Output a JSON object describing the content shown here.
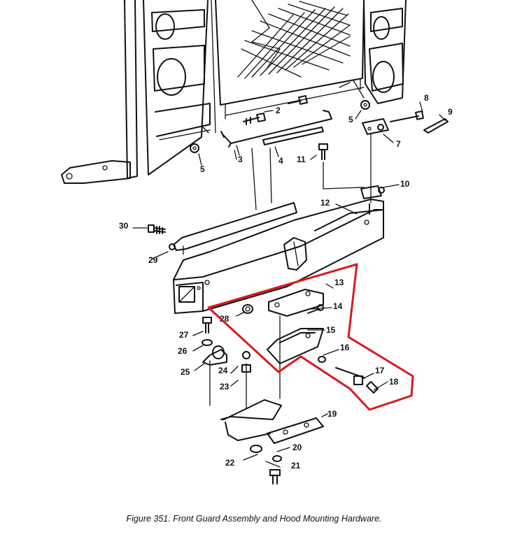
{
  "figure": {
    "caption": "Figure 351.  Front Guard Assembly and Hood Mounting Hardware."
  },
  "highlight_color": "#d71920",
  "callouts": {
    "c2": "2",
    "c3": "3",
    "c4": "4",
    "c5a": "5",
    "c5b": "5",
    "c7": "7",
    "c8": "8",
    "c9": "9",
    "c10": "10",
    "c11": "11",
    "c12": "12",
    "c13": "13",
    "c14": "14",
    "c15": "15",
    "c16": "16",
    "c17": "17",
    "c18": "18",
    "c19": "19",
    "c20": "20",
    "c21": "21",
    "c22": "22",
    "c23": "23",
    "c24": "24",
    "c25": "25",
    "c26": "26",
    "c27": "27",
    "c28": "28",
    "c29": "29",
    "c30": "30"
  }
}
